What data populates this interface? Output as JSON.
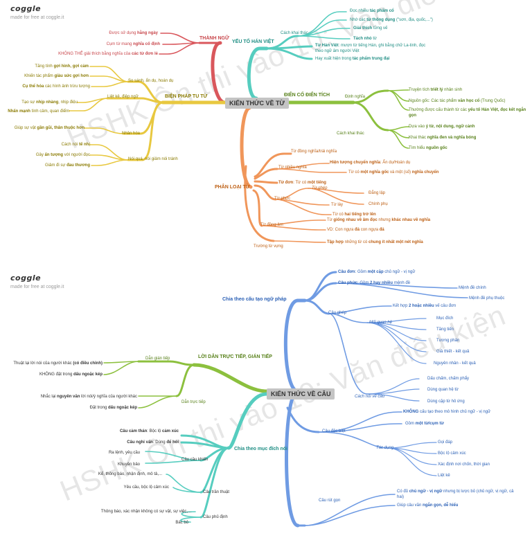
{
  "brand": {
    "name": "coggle",
    "tagline": "made for free at coggle.it"
  },
  "colors": {
    "red": "#d9575c",
    "yellow": "#e8c840",
    "teal": "#56cdbf",
    "green": "#8cc03e",
    "orange": "#f0965a",
    "blue": "#6f9be3",
    "center": "#c4c4c4"
  },
  "map1": {
    "watermark": "HSHK Ôn thi vào 10: Văn điều kiện",
    "center": "KIẾN THỨC VỀ TỪ",
    "thanh_ngu": {
      "label": "THÀNH NGỮ",
      "items": [
        {
          "pre": "Được sử dụng ",
          "bold": "hằng ngày",
          "post": ""
        },
        {
          "pre": "Cụm từ mang ",
          "bold": "nghĩa cố định",
          "post": ""
        },
        {
          "pre": "KHÔNG THỂ giải thích bằng nghĩa của ",
          "bold": "các từ đơn lẻ",
          "post": ""
        }
      ]
    },
    "bien_phap": {
      "label": "BIỆN PHÁP TU TỪ",
      "ss": "So sánh, ẩn dụ, hoán dụ",
      "ss_items": [
        {
          "pre": "Tăng tính ",
          "bold": "gợi hình, gợi cảm",
          "post": ""
        },
        {
          "pre": "Khiến tác phẩm ",
          "bold": "giàu sức gợi hơn",
          "post": ""
        },
        {
          "pre": "",
          "bold": "Cụ thể hóa",
          "post": " các hình ảnh trừu tượng"
        }
      ],
      "lk": "Liệt kê, điệp ngữ",
      "lk_items": [
        {
          "pre": "Tạo sự ",
          "bold": "nhịp nhàng",
          "post": ", nhịp điệu"
        },
        {
          "pre": "",
          "bold": "Nhấn mạnh",
          "post": " tình cảm, quan điểm"
        }
      ],
      "nh": "Nhân hóa",
      "nh_item": {
        "pre": "Giúp sự vật ",
        "bold": "gần gũi, thân thuộc hơn",
        "post": ""
      },
      "nq": "Nói quá, nói giảm nói tránh",
      "nq_items": [
        {
          "pre": "Cách nói ",
          "bold": "tế nhị",
          "post": ""
        },
        {
          "pre": "Gây ",
          "bold": "ấn tượng",
          "post": " với người đọc"
        },
        {
          "pre": "Giảm đi sự ",
          "bold": "đau thương",
          "post": ""
        }
      ]
    },
    "han_viet": {
      "label": "YẾU TỐ HÁN VIỆT",
      "khai_thac": "Cách khai thác",
      "kt_items": [
        {
          "pre": "Đọc nhiều ",
          "bold": "tác phẩm cổ",
          "post": ""
        },
        {
          "pre": "Nhớ các ",
          "bold": "từ thông dụng",
          "post": " (\"sơn, địa, quốc,...\")"
        },
        {
          "pre": "",
          "bold": "Giải thích",
          "post": " từng vế"
        },
        {
          "pre": "",
          "bold": "Tách nhỏ",
          "post": " từ"
        }
      ],
      "tu_hv": {
        "pre": "",
        "bold": "Từ Hán Việt",
        "post": ": mượn từ tiếng Hán, ghi bằng chữ La-tinh, đọc",
        "line2": "theo ngữ âm người Việt"
      },
      "xuat_hien": {
        "pre": "Hay xuất hiện trong ",
        "bold": "tác phẩm trung đại",
        "post": ""
      }
    },
    "dien_co": {
      "label": "ĐIỂN CỐ ĐIỂN TÍCH",
      "dinh_nghia": "Định nghĩa",
      "dn_items": [
        {
          "pre": "Truyện tích ",
          "bold": "triết lý",
          "post": " nhân sinh"
        },
        {
          "pre": "Nguồn gốc: Các tác phẩm ",
          "bold": "văn học cổ",
          "post": " (Trung Quốc)"
        },
        {
          "pre": "Thường được cấu thành từ các ",
          "bold": "yếu tố Hán Việt, đọc kết ngắn",
          "post": "",
          "line2": "gọn"
        }
      ],
      "khai_thac": "Cách khai thác",
      "kt_items": [
        {
          "pre": "Dựa vào ",
          "bold": "ý từ, nội dung, ngữ cảnh",
          "post": ""
        },
        {
          "pre": "Khai thác ",
          "bold": "nghĩa đen và nghĩa bóng",
          "post": ""
        },
        {
          "pre": "Tìm hiểu ",
          "bold": "nguồn gốc",
          "post": ""
        }
      ]
    },
    "phan_loai": {
      "label": "PHÂN LOẠI TỪ",
      "dong_nghia": "Từ đồng nghĩa/trái nghĩa",
      "nhieu_nghia": "Từ nhiều nghĩa",
      "nn_items": [
        {
          "pre": "",
          "bold": "Hiện tượng chuyển nghĩa",
          "post": ": Ẩn dụ/Hoán dụ"
        },
        {
          "pre": "Từ có ",
          "bold": "một nghĩa gốc",
          "post": " và một (số) ",
          "bold2": "nghĩa chuyển"
        }
      ],
      "tu_don": {
        "bold": "Từ đơn",
        "post": ": Từ có ",
        "bold2": "một tiếng"
      },
      "tu_phuc": "Từ phức",
      "tu_ghep": "Từ ghép",
      "ghep_items": [
        "Đẳng lập",
        "Chính phụ"
      ],
      "tu_lay": "Từ láy",
      "hai_tieng": {
        "pre": "Từ có ",
        "bold": "hai tiếng trở lên",
        "post": ""
      },
      "dong_am": "Từ đồng âm",
      "da_items": [
        {
          "pre": "Từ ",
          "bold": "giống nhau về âm đọc",
          "post": " nhưng ",
          "bold2": "khác nhau về nghĩa"
        },
        {
          "pre": "VD: Con ngựa ",
          "bold": "đá",
          "post": " con ngựa ",
          "bold2": "đá"
        }
      ],
      "truong": "Trường từ vựng",
      "truong_item": {
        "pre": "",
        "bold": "Tập hợp",
        "post": " những từ có ",
        "bold2": "chung ít nhất một nét nghĩa"
      }
    }
  },
  "map2": {
    "watermark": "HSHK Ôn thi vào 10: Văn điều kiện",
    "center": "KIẾN THỨC VỀ CÂU",
    "cau_tao": {
      "label": "Chia theo cấu tạo ngữ pháp",
      "cau_don": {
        "bold": "Câu đơn",
        "post": ": Gồm ",
        "bold2": "một cặp",
        "post2": " chủ ngữ - vị ngữ"
      },
      "cau_phuc": {
        "bold": "Câu phức",
        "post": ": Gồm ",
        "bold2": "2 hay nhiều",
        "post2": " mệnh đề"
      },
      "phuc_items": [
        "Mệnh đề chính",
        "Mệnh đề phụ thuộc"
      ],
      "cau_ghep": "Câu ghép",
      "ket_hop": {
        "pre": "Kết hợp ",
        "bold": "2 hoặc nhiều",
        "post": " vế câu đơn"
      },
      "moi_qh": "Mối quan hệ",
      "qh_items": [
        "Mục đích",
        "Tăng tiến",
        "Tương phản",
        "Giả thiết - kết quả",
        "Nguyên nhân - kết quả"
      ],
      "cach_noi": "Cách nối vế câu",
      "noi_items": [
        "Dấu chấm, chấm phẩy",
        "Dùng quan hệ từ",
        "Dùng cặp từ hô ứng"
      ],
      "dac_biet": "Câu đặc biệt",
      "db_items": [
        {
          "bold": "KHÔNG",
          "post": " cấu tạo theo mô hình chủ ngữ - vị ngữ"
        },
        {
          "pre": "Gồm ",
          "bold": "một từ/cụm từ",
          "post": ""
        }
      ],
      "tac_dung": "Tác dụng",
      "td_items": [
        "Gọi đáp",
        "Bộc lộ cảm xúc",
        "Xác định nơi chốn, thời gian",
        "Liệt kê"
      ],
      "rut_gon": "Câu rút gọn",
      "rg_items": [
        {
          "pre": "Có đủ ",
          "bold": "chủ ngữ - vị ngữ",
          "post": " nhưng bị lược bỏ (chủ ngữ, vị ngữ, cả",
          "line2": "hai)"
        },
        {
          "pre": "Giúp câu văn ",
          "bold": "ngắn gọn, dễ hiểu",
          "post": ""
        }
      ]
    },
    "dan": {
      "label": "LỜI DẪN TRỰC TIẾP, GIÁN TIẾP",
      "gian_tiep": "Dẫn gián tiếp",
      "gt_items": [
        {
          "pre": "Thuật lại lời nói của người khác ",
          "bold": "(có điều chỉnh)",
          "post": ""
        },
        {
          "pre": "KHÔNG đặt trong ",
          "bold": "dấu ngoặc kép",
          "post": ""
        }
      ],
      "truc_tiep": "Dẫn trực tiếp",
      "tt_items": [
        {
          "pre": "Nhắc lại ",
          "bold": "nguyên văn",
          "post": " lời nói/ý nghĩa của người khác"
        },
        {
          "pre": "Đặt trong ",
          "bold": "dấu ngoặc kép",
          "post": ""
        }
      ]
    },
    "muc_dich": {
      "label": "Chia theo mục đích nói",
      "cam_than": {
        "bold": "Câu cảm thán",
        "post": ": Bộc lộ ",
        "bold2": "cảm xúc"
      },
      "nghi_van": {
        "bold": "Câu nghi vấn",
        "post": ": Dùng ",
        "bold2": "để hỏi"
      },
      "cau_khien": "Câu cầu khiến",
      "ck_items": [
        "Ra lệnh, yêu cầu",
        "Khuyên bảo"
      ],
      "tran_thuat": "Câu trần thuật",
      "tt_items": [
        "Kể, thông báo, nhận định, mô tả,...",
        "Yêu cầu, bộc lộ cảm xúc"
      ],
      "phu_dinh": "Câu phủ định",
      "pd_items": [
        "Thông báo, xác nhận không có sự vật, sự việc,...",
        "Bác bỏ"
      ]
    }
  }
}
